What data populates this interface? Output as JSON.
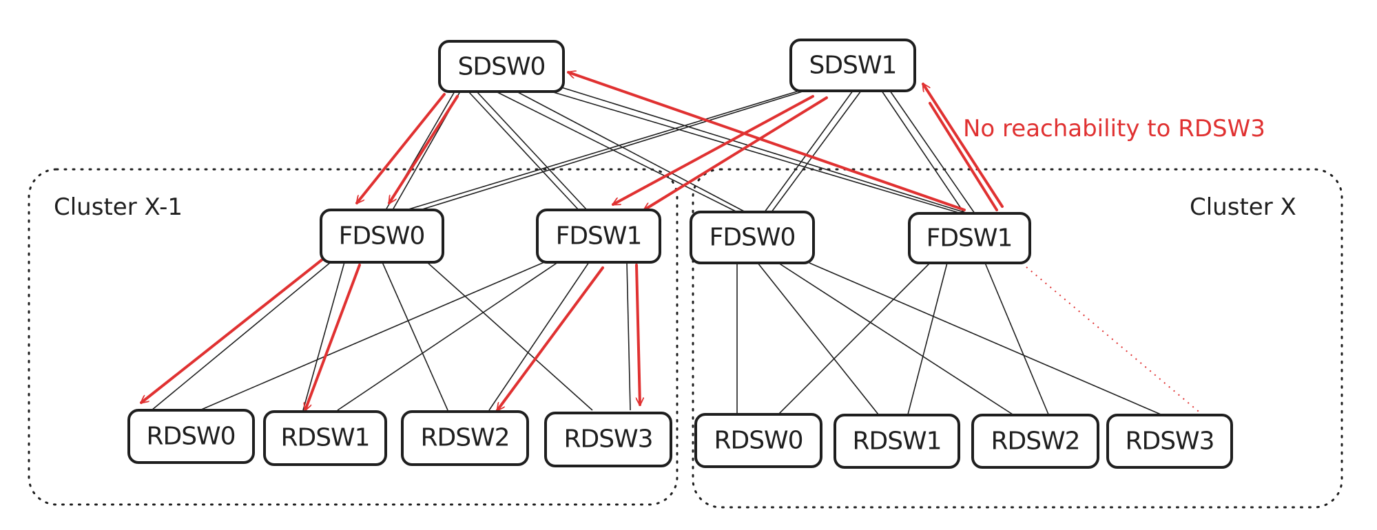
{
  "diagram": {
    "type": "network-topology",
    "clusters": [
      {
        "id": "clusterA",
        "label": "Cluster X-1"
      },
      {
        "id": "clusterB",
        "label": "Cluster X"
      }
    ],
    "nodes": {
      "sdsw0": {
        "label": "SDSW0",
        "tier": "spine"
      },
      "sdsw1": {
        "label": "SDSW1",
        "tier": "spine"
      },
      "a_fdsw0": {
        "label": "FDSW0",
        "tier": "fabric",
        "cluster": "Cluster X-1"
      },
      "a_fdsw1": {
        "label": "FDSW1",
        "tier": "fabric",
        "cluster": "Cluster X-1"
      },
      "b_fdsw0": {
        "label": "FDSW0",
        "tier": "fabric",
        "cluster": "Cluster X"
      },
      "b_fdsw1": {
        "label": "FDSW1",
        "tier": "fabric",
        "cluster": "Cluster X"
      },
      "a_rdsw0": {
        "label": "RDSW0",
        "tier": "rack",
        "cluster": "Cluster X-1"
      },
      "a_rdsw1": {
        "label": "RDSW1",
        "tier": "rack",
        "cluster": "Cluster X-1"
      },
      "a_rdsw2": {
        "label": "RDSW2",
        "tier": "rack",
        "cluster": "Cluster X-1"
      },
      "a_rdsw3": {
        "label": "RDSW3",
        "tier": "rack",
        "cluster": "Cluster X-1"
      },
      "b_rdsw0": {
        "label": "RDSW0",
        "tier": "rack",
        "cluster": "Cluster X"
      },
      "b_rdsw1": {
        "label": "RDSW1",
        "tier": "rack",
        "cluster": "Cluster X"
      },
      "b_rdsw2": {
        "label": "RDSW2",
        "tier": "rack",
        "cluster": "Cluster X"
      },
      "b_rdsw3": {
        "label": "RDSW3",
        "tier": "rack",
        "cluster": "Cluster X"
      }
    },
    "annotation": {
      "text": "No reachability to RDSW3",
      "color": "#e03131"
    },
    "colors": {
      "ink": "#1e1e1e",
      "highlight": "#e03131",
      "background": "#ffffff"
    },
    "broken_link": {
      "from": "Cluster X FDSW1",
      "to": "Cluster X RDSW3",
      "style": "dotted red"
    },
    "highlighted_paths": [
      {
        "from": "Cluster X FDSW1",
        "to": "SDSW0"
      },
      {
        "from": "Cluster X FDSW1",
        "to": "SDSW1"
      },
      {
        "from": "SDSW0",
        "to": "Cluster X-1 FDSW0"
      },
      {
        "from": "SDSW1",
        "to": "Cluster X-1 FDSW1"
      },
      {
        "from": "Cluster X-1 FDSW0",
        "to": "Cluster X-1 RDSW0"
      },
      {
        "from": "Cluster X-1 FDSW0",
        "to": "Cluster X-1 RDSW1"
      },
      {
        "from": "Cluster X-1 FDSW1",
        "to": "Cluster X-1 RDSW2"
      },
      {
        "from": "Cluster X-1 FDSW1",
        "to": "Cluster X-1 RDSW3"
      }
    ]
  }
}
